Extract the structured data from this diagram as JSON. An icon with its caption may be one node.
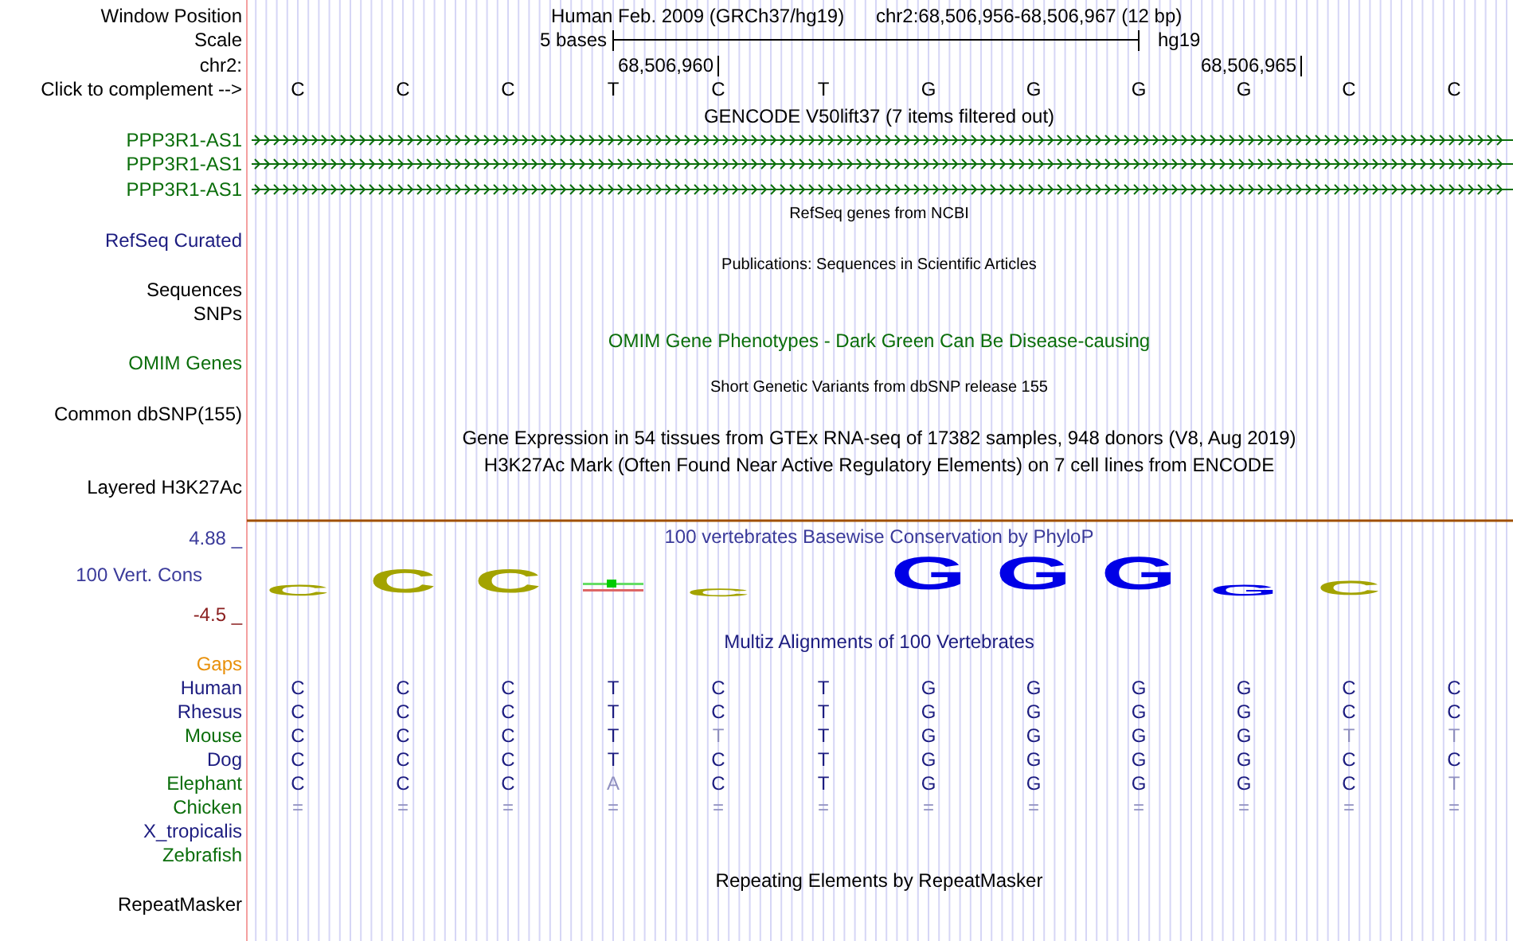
{
  "diagram": {
    "labels": [
      "Window Position",
      "Human Feb. 2009 (GRCh37/hg19)",
      "chr2:68,506,956-68,506,967 (12 bp)",
      "Scale",
      "5 bases",
      "hg19",
      "chr2:",
      "68,506,960",
      "68,506,965",
      "Click to complement -->",
      "C",
      "C",
      "C",
      "T",
      "C",
      "T",
      "G",
      "G",
      "G",
      "G",
      "C",
      "C",
      "GENCODE V50lift37 (7 items filtered out)",
      "PPP3R1-AS1",
      "PPP3R1-AS1",
      "PPP3R1-AS1",
      "RefSeq genes from NCBI",
      "RefSeq Curated",
      "Publications: Sequences in Scientific Articles",
      "Sequences",
      "SNPs",
      "OMIM Gene Phenotypes - Dark Green Can Be Disease-causing",
      "OMIM Genes",
      "Short Genetic Variants from dbSNP release 155",
      "Common dbSNP(155)",
      "Gene Expression in 54 tissues from GTEx RNA-seq of 17382 samples, 948 donors (V8, Aug 2019)",
      "H3K27Ac Mark (Often Found Near Active Regulatory Elements) on 7 cell lines from ENCODE",
      "Layered H3K27Ac",
      "4.88 _",
      "100 vertebrates Basewise Conservation by PhyloP",
      "100 Vert. Cons",
      "C",
      "C",
      "C",
      "C",
      "G",
      "G",
      "G",
      "G",
      "C",
      "-4.5 _",
      "Multiz Alignments of 100 Vertebrates",
      "Gaps",
      "Human",
      "C",
      "C",
      "C",
      "T",
      "C",
      "T",
      "G",
      "G",
      "G",
      "G",
      "C",
      "C",
      "Rhesus",
      "C",
      "C",
      "C",
      "T",
      "C",
      "T",
      "G",
      "G",
      "G",
      "G",
      "C",
      "C",
      "Mouse",
      "C",
      "C",
      "C",
      "T",
      "T",
      "T",
      "G",
      "G",
      "G",
      "G",
      "T",
      "T",
      "Dog",
      "C",
      "C",
      "C",
      "T",
      "C",
      "T",
      "G",
      "G",
      "G",
      "G",
      "C",
      "C",
      "Elephant",
      "C",
      "C",
      "C",
      "A",
      "C",
      "T",
      "G",
      "G",
      "G",
      "G",
      "C",
      "T",
      "Chicken",
      "=",
      "=",
      "=",
      "=",
      "=",
      "=",
      "=",
      "=",
      "=",
      "=",
      "=",
      "=",
      "X_tropicalis",
      "Zebrafish",
      "Repeating Elements by RepeatMasker",
      "RepeatMasker"
    ]
  }
}
